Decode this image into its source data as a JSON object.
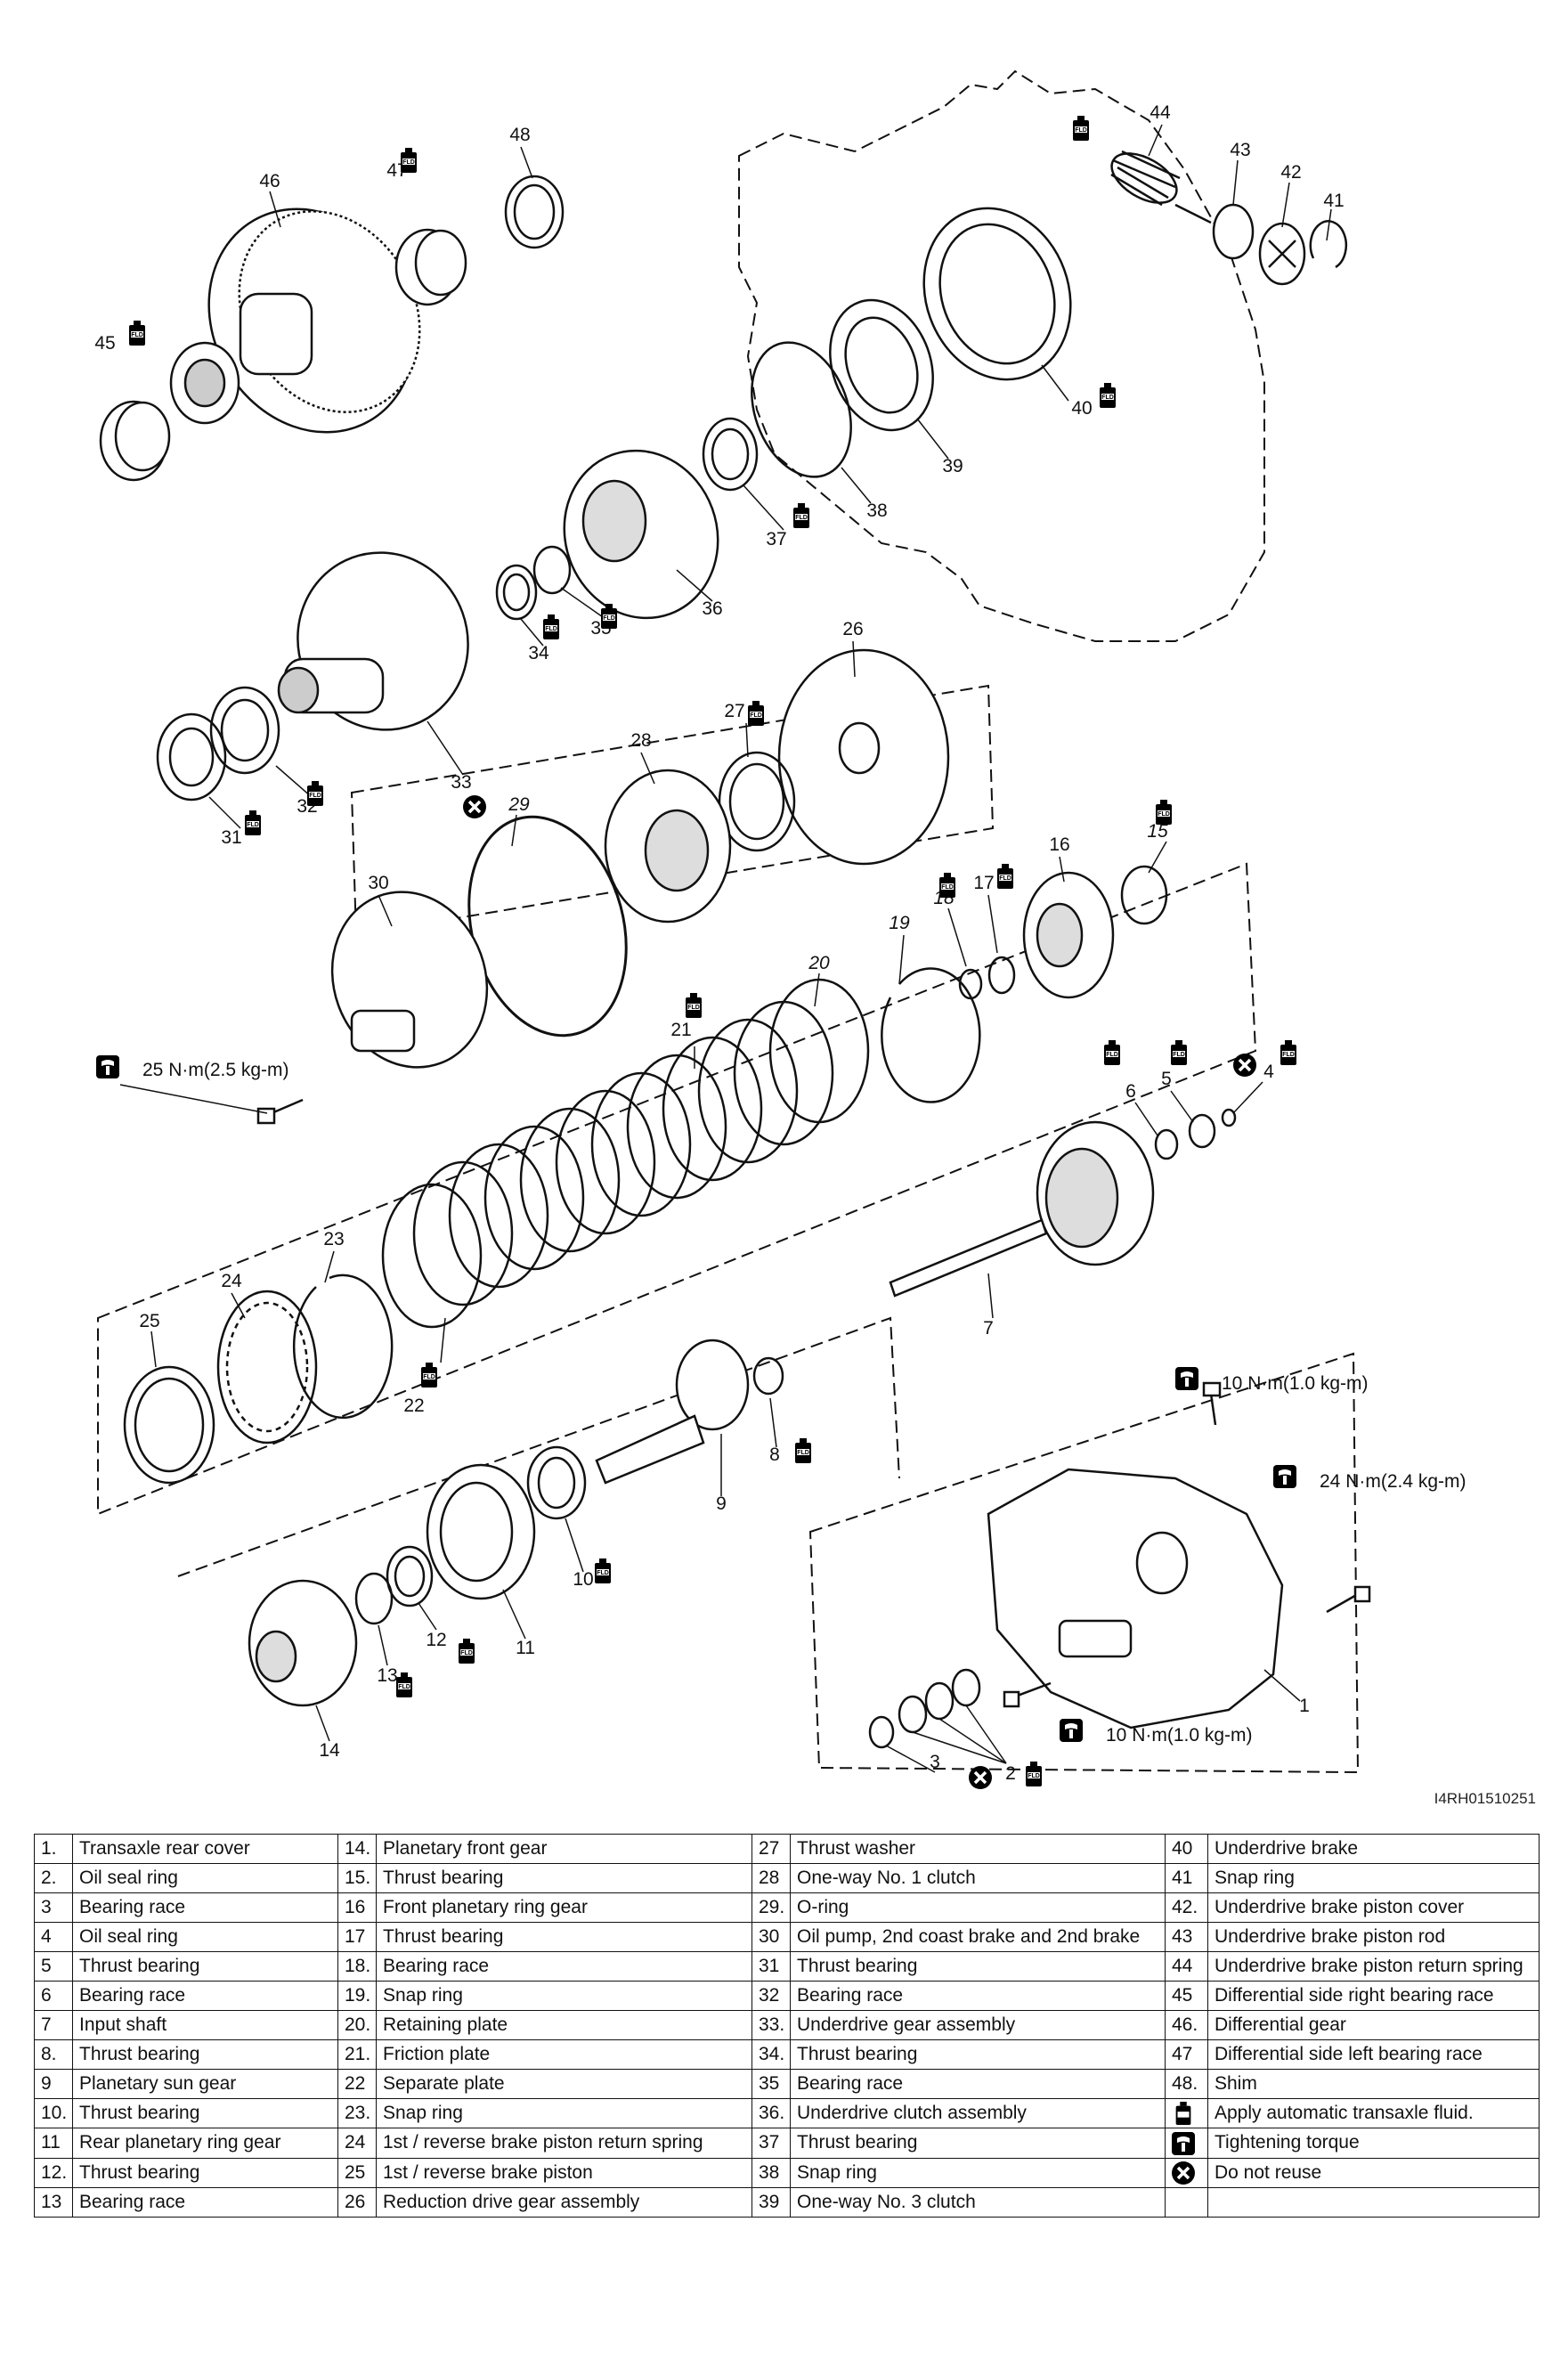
{
  "figure_id": "I4RH01510251",
  "callouts": [
    "1",
    "2",
    "3",
    "4",
    "5",
    "6",
    "7",
    "8",
    "9",
    "10",
    "11",
    "12",
    "13",
    "14",
    "15",
    "16",
    "17",
    "18",
    "19",
    "20",
    "21",
    "22",
    "23",
    "24",
    "25",
    "26",
    "27",
    "28",
    "29",
    "30",
    "31",
    "32",
    "33",
    "34",
    "35",
    "36",
    "37",
    "38",
    "39",
    "40",
    "41",
    "42",
    "43",
    "44",
    "45",
    "46",
    "47",
    "48"
  ],
  "torques": {
    "t25": "25 N·m(2.5 kg-m)",
    "t10a": "10 N·m(1.0   kg-m)",
    "t24": "24 N·m(2.4 kg-m)",
    "t10b": "10 N·m(1.0   kg-m)"
  },
  "fld_label": "FLD",
  "symbol_icons": [
    "fluid-bottle-icon",
    "torque-wrench-icon",
    "do-not-reuse-icon"
  ],
  "legend": {
    "rows": [
      [
        {
          "num": "1.",
          "text": "Transaxle rear cover"
        },
        {
          "num": "14.",
          "text": "Planetary front gear"
        },
        {
          "num": "27",
          "text": "Thrust washer"
        },
        {
          "num": "40",
          "text": "Underdrive brake"
        }
      ],
      [
        {
          "num": "2.",
          "text": "Oil seal ring"
        },
        {
          "num": "15.",
          "text": "Thrust bearing"
        },
        {
          "num": "28",
          "text": "One-way No. 1 clutch"
        },
        {
          "num": "41",
          "text": "Snap ring"
        }
      ],
      [
        {
          "num": "3",
          "text": "Bearing race"
        },
        {
          "num": "16",
          "text": "Front planetary ring gear"
        },
        {
          "num": "29.",
          "text": "O-ring"
        },
        {
          "num": "42.",
          "text": "Underdrive brake piston cover"
        }
      ],
      [
        {
          "num": "4",
          "text": "Oil seal ring"
        },
        {
          "num": "17",
          "text": "Thrust bearing"
        },
        {
          "num": "30",
          "text": "Oil pump, 2nd coast brake and 2nd brake"
        },
        {
          "num": "43",
          "text": "Underdrive brake piston rod"
        }
      ],
      [
        {
          "num": "5",
          "text": "Thrust bearing"
        },
        {
          "num": "18.",
          "text": "Bearing race"
        },
        {
          "num": "31",
          "text": "Thrust bearing"
        },
        {
          "num": "44",
          "text": "Underdrive brake piston return spring"
        }
      ],
      [
        {
          "num": "6",
          "text": "Bearing race"
        },
        {
          "num": "19.",
          "text": "Snap ring"
        },
        {
          "num": "32",
          "text": "Bearing race"
        },
        {
          "num": "45",
          "text": "Differential side right bearing race"
        }
      ],
      [
        {
          "num": "7",
          "text": "Input shaft"
        },
        {
          "num": "20.",
          "text": "Retaining plate"
        },
        {
          "num": "33.",
          "text": "Underdrive gear assembly"
        },
        {
          "num": "46.",
          "text": "Differential gear"
        }
      ],
      [
        {
          "num": "8.",
          "text": "Thrust bearing"
        },
        {
          "num": "21.",
          "text": "Friction plate"
        },
        {
          "num": "34.",
          "text": "Thrust bearing"
        },
        {
          "num": "47",
          "text": "Differential side left bearing race"
        }
      ],
      [
        {
          "num": "9",
          "text": "Planetary sun gear"
        },
        {
          "num": "22",
          "text": "Separate plate"
        },
        {
          "num": "35",
          "text": "Bearing race"
        },
        {
          "num": "48.",
          "text": "Shim"
        }
      ],
      [
        {
          "num": "10.",
          "text": "Thrust bearing"
        },
        {
          "num": "23.",
          "text": "Snap ring"
        },
        {
          "num": "36.",
          "text": "Underdrive clutch assembly"
        },
        {
          "num": "fluid-bottle-icon",
          "text": "Apply automatic transaxle fluid."
        }
      ],
      [
        {
          "num": "11",
          "text": "Rear planetary ring gear"
        },
        {
          "num": "24",
          "text": "1st / reverse brake piston return spring"
        },
        {
          "num": "37",
          "text": "Thrust bearing"
        },
        {
          "num": "torque-wrench-icon",
          "text": "Tightening torque"
        }
      ],
      [
        {
          "num": "12.",
          "text": "Thrust bearing"
        },
        {
          "num": "25",
          "text": "1st / reverse brake piston"
        },
        {
          "num": "38",
          "text": "Snap ring"
        },
        {
          "num": "do-not-reuse-icon",
          "text": "Do not reuse"
        }
      ],
      [
        {
          "num": "13",
          "text": "Bearing race"
        },
        {
          "num": "26",
          "text": "Reduction drive gear assembly"
        },
        {
          "num": "39",
          "text": "One-way No. 3 clutch"
        },
        {
          "num": "",
          "text": ""
        }
      ]
    ]
  }
}
